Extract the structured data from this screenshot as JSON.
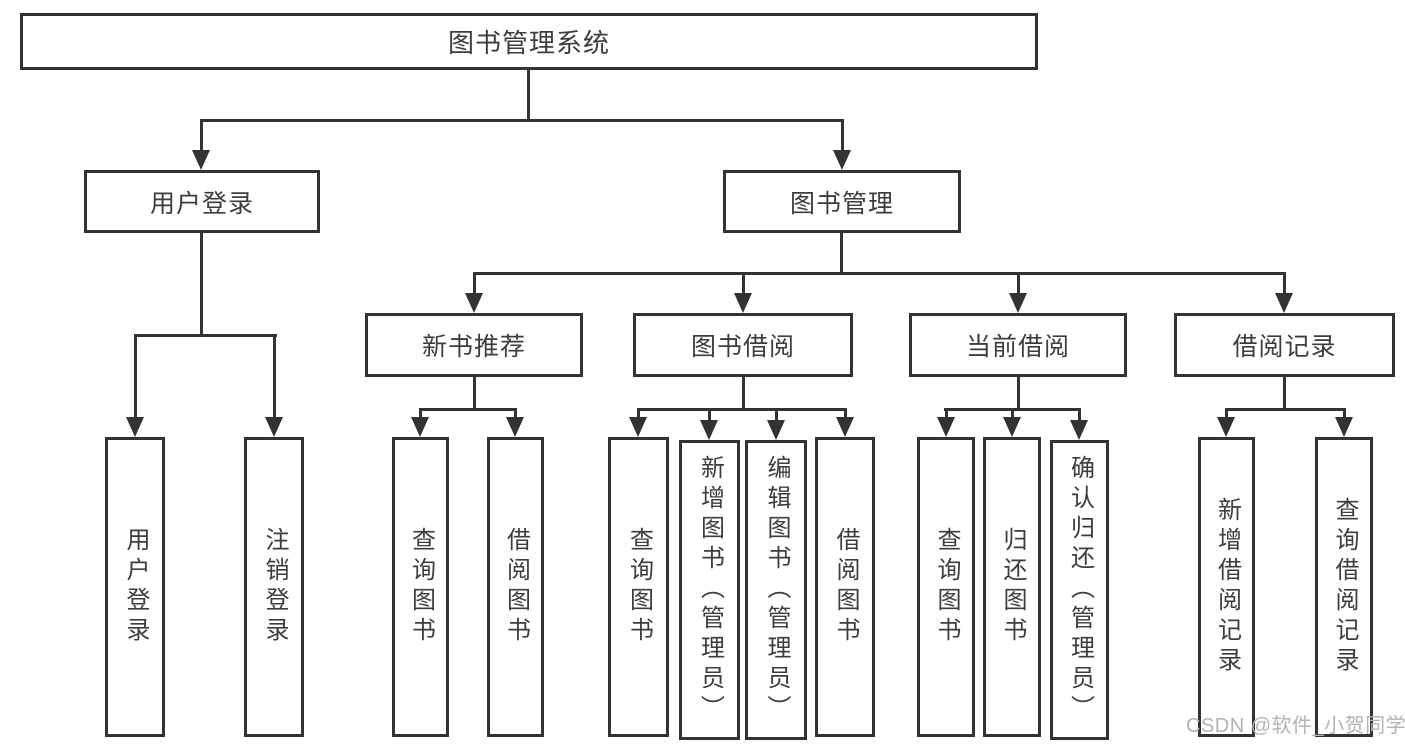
{
  "colors": {
    "background": "#ffffff",
    "line": "#333333",
    "text": "#3d3d3d",
    "watermark": "#b3b3b3"
  },
  "tree": {
    "root": "图书管理系统",
    "branches": [
      {
        "label": "用户登录",
        "children": [
          "用户登录",
          "注销登录"
        ]
      },
      {
        "label": "图书管理",
        "children": [
          {
            "label": "新书推荐",
            "children": [
              "查询图书",
              "借阅图书"
            ]
          },
          {
            "label": "图书借阅",
            "children": [
              "查询图书",
              "新增图书（管理员）",
              "编辑图书（管理员）",
              "借阅图书"
            ]
          },
          {
            "label": "当前借阅",
            "children": [
              "查询图书",
              "归还图书",
              "确认归还（管理员）"
            ]
          },
          {
            "label": "借阅记录",
            "children": [
              "新增借阅记录",
              "查询借阅记录"
            ]
          }
        ]
      }
    ]
  },
  "watermark": {
    "text": "CSDN @软件_小贺同学"
  }
}
